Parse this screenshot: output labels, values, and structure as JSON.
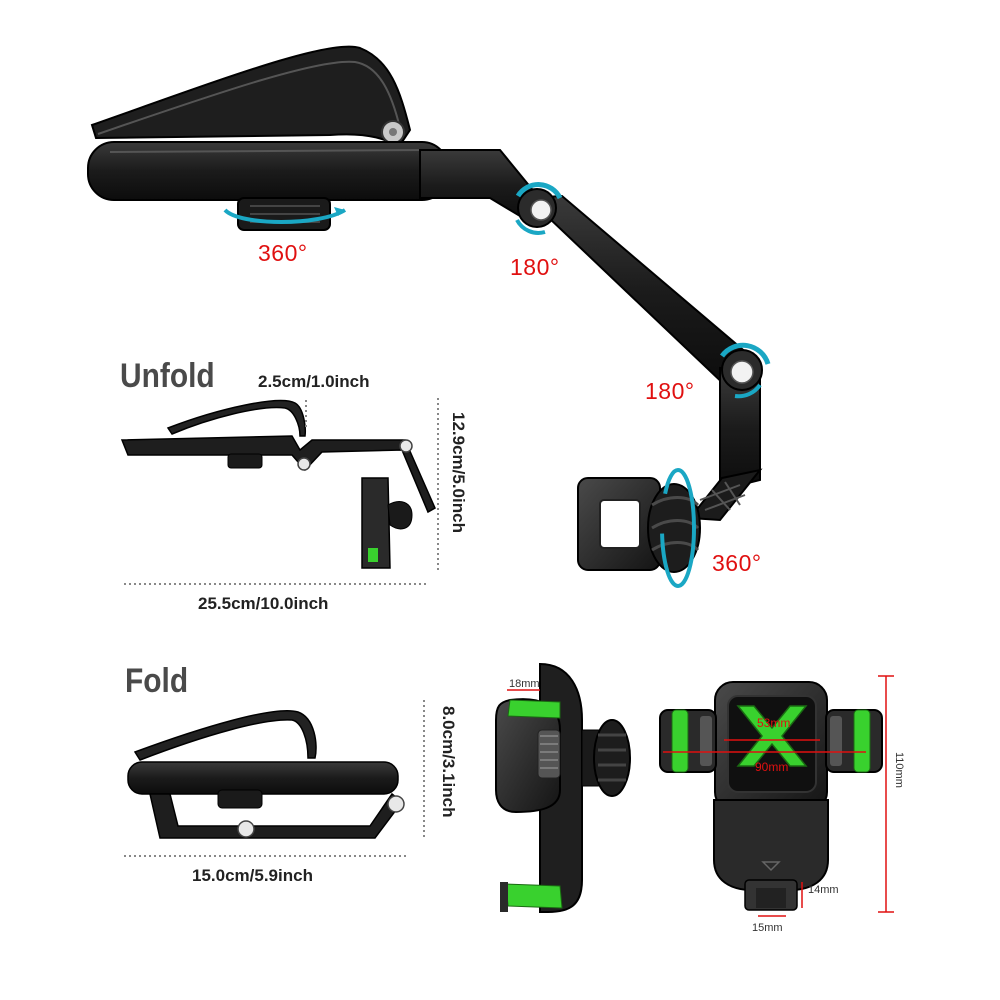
{
  "hero": {
    "rotate_top": "360°",
    "rotate_joint1": "180°",
    "rotate_joint2": "180°",
    "rotate_bottom": "360°"
  },
  "unfold": {
    "title": "Unfold",
    "clip_gap": "2.5cm/1.0inch",
    "height": "12.9cm/5.0inch",
    "width": "25.5cm/10.0inch"
  },
  "fold": {
    "title": "Fold",
    "height": "8.0cm/3.1inch",
    "width": "15.0cm/5.9inch"
  },
  "side_view": {
    "grip_depth": "18mm"
  },
  "front_view": {
    "inner_width": "53mm",
    "outer_width": "90mm",
    "height": "110mm",
    "base_height": "14mm",
    "base_width": "15mm"
  },
  "colors": {
    "accent_green": "#39d12e",
    "rotation_arrow": "#1aa7c4",
    "angle_text": "#e01010",
    "body": "#1b1b1b"
  }
}
